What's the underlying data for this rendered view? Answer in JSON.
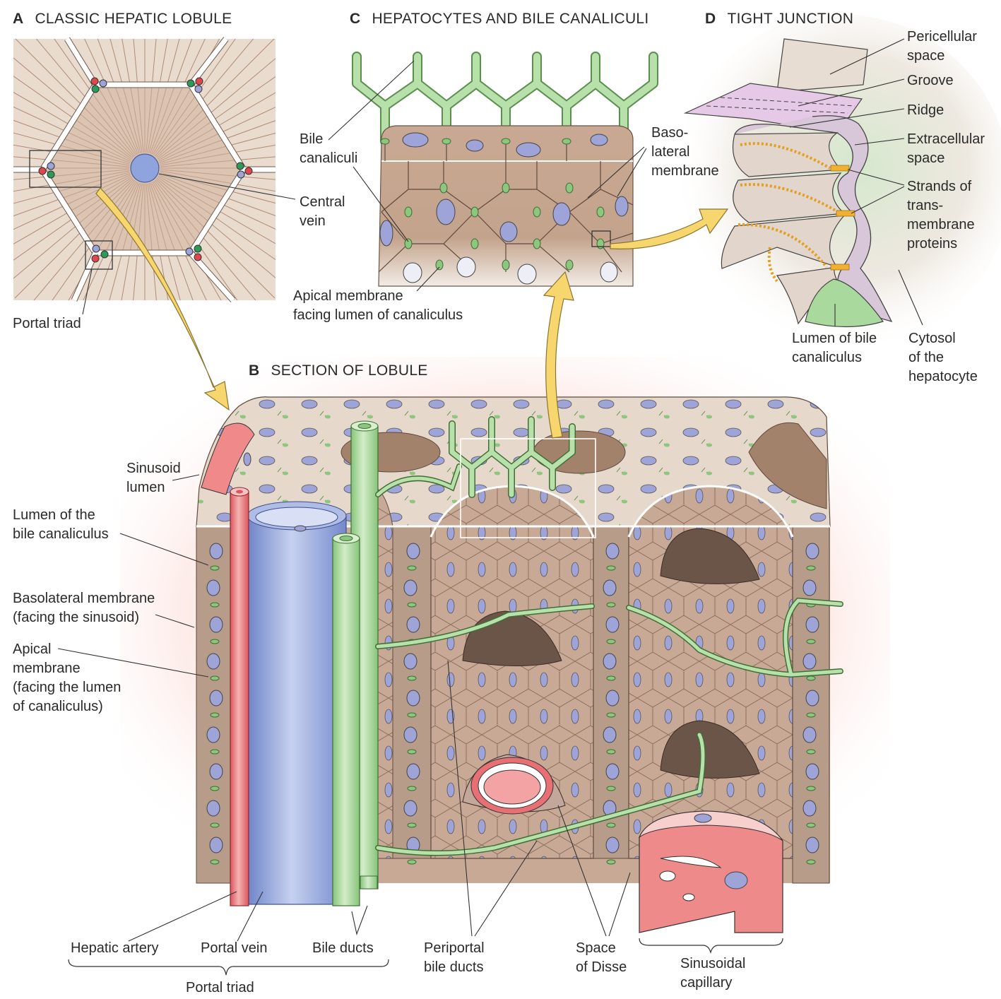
{
  "panels": {
    "a": {
      "letter": "A",
      "title": "CLASSIC HEPATIC LOBULE",
      "central_vein": [
        "Central",
        "vein"
      ],
      "portal_triad": "Portal triad"
    },
    "b": {
      "letter": "B",
      "title": "SECTION OF LOBULE",
      "sinusoid_lumen": [
        "Sinusoid",
        "lumen"
      ],
      "lumen_bile_canaliculus": [
        "Lumen of the",
        "bile canaliculus"
      ],
      "basolateral": [
        "Basolateral membrane",
        "(facing the sinusoid)"
      ],
      "apical": [
        "Apical",
        "membrane",
        "(facing the lumen",
        "of canaliculus)"
      ],
      "hepatic_artery": "Hepatic artery",
      "portal_vein": "Portal vein",
      "bile_ducts": "Bile ducts",
      "portal_triad": "Portal triad",
      "periportal": [
        "Periportal",
        "bile ducts"
      ],
      "disse": [
        "Space",
        "of Disse"
      ],
      "sinusoidal_capillary": [
        "Sinusoidal",
        "capillary"
      ]
    },
    "c": {
      "letter": "C",
      "title": "HEPATOCYTES AND BILE CANALICULI",
      "bile_canaliculi": [
        "Bile",
        "canaliculi"
      ],
      "basolateral": [
        "Baso-",
        "lateral",
        "membrane"
      ],
      "apical": [
        "Apical membrane",
        "facing lumen of canaliculus"
      ]
    },
    "d": {
      "letter": "D",
      "title": "TIGHT JUNCTION",
      "pericellular": [
        "Pericellular",
        "space"
      ],
      "groove": "Groove",
      "ridge": "Ridge",
      "extracellular": [
        "Extracellular",
        "space"
      ],
      "strands": [
        "Strands of",
        "trans-",
        "membrane",
        "proteins"
      ],
      "lumen_bile": [
        "Lumen of bile",
        "canaliculus"
      ],
      "cytosol": [
        "Cytosol",
        "of the",
        "hepatocyte"
      ]
    }
  },
  "colors": {
    "artery": "#e8757a",
    "portal_vein": "#8fa3dc",
    "bile": "#a9d99c",
    "tissue": "#d9c4b3",
    "tissue_dark": "#a88670",
    "nucleus": "#9fa4d8",
    "arrow": "#f6d66d",
    "glow_red": "#f7c7c2",
    "glow_green": "#d7ecd2"
  }
}
